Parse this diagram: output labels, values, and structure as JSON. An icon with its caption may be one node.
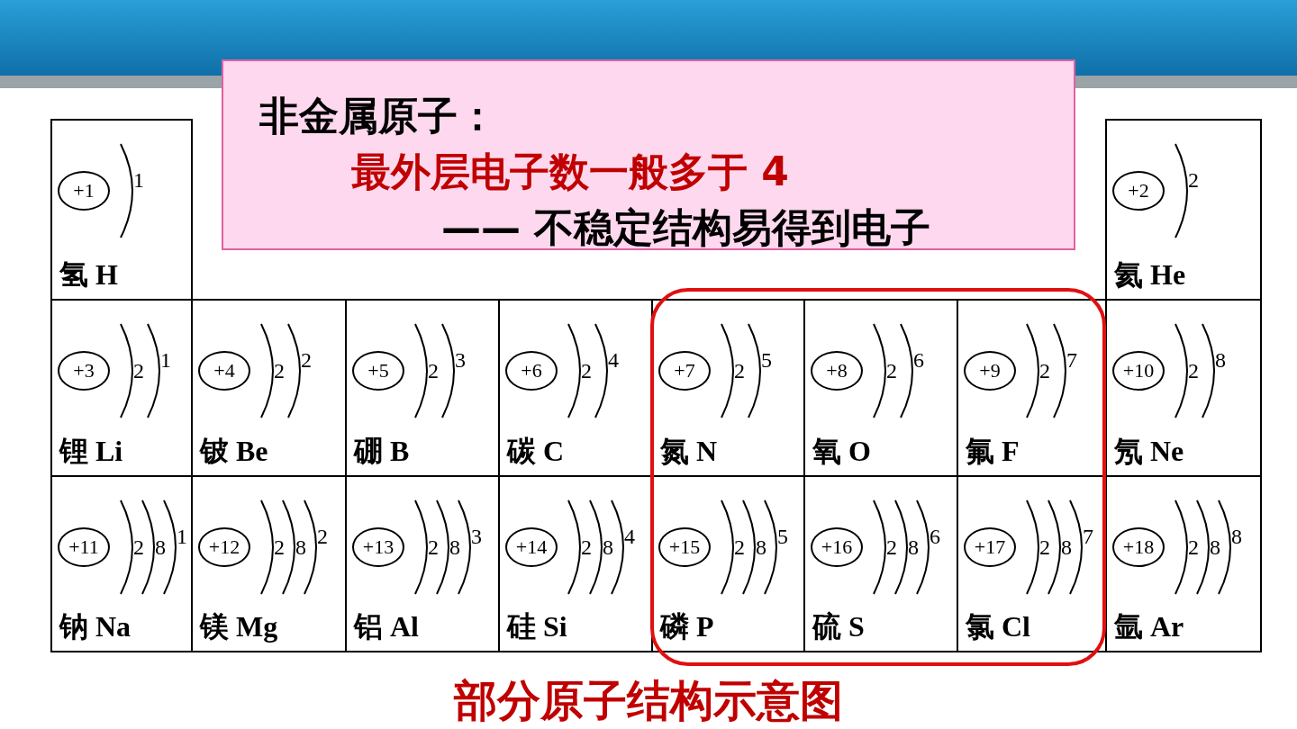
{
  "diagram": {
    "caption": "部分原子结构示意图",
    "nodes": [
      {
        "text": [
          "非金属原子：",
          "最外层电子数一般多于 4",
          "—— 不稳定结构易得到电子"
        ]
      },
      {
        "text": [
          "+1",
          "1",
          "氢 H"
        ]
      },
      {
        "text": [
          "+2",
          "2",
          "氦 He"
        ]
      },
      {
        "text": [
          "+3",
          "2",
          "1",
          "锂 Li"
        ]
      },
      {
        "text": [
          "+4",
          "2",
          "2",
          "铍 Be"
        ]
      },
      {
        "text": [
          "+5",
          "2",
          "3",
          "硼 B"
        ]
      },
      {
        "text": [
          "+6",
          "2",
          "4",
          "碳 C"
        ]
      },
      {
        "text": [
          "+7",
          "2",
          "5",
          "氮 N"
        ]
      },
      {
        "text": [
          "+8",
          "2",
          "6",
          "氧 O"
        ]
      },
      {
        "text": [
          "+9",
          "2",
          "7",
          "氟 F"
        ]
      },
      {
        "text": [
          "+10",
          "2",
          "8",
          "氖 Ne"
        ]
      },
      {
        "text": [
          "+11",
          "2",
          "8",
          "1",
          "钠 Na"
        ]
      },
      {
        "text": [
          "+12",
          "2",
          "8",
          "2",
          "镁 Mg"
        ]
      },
      {
        "text": [
          "+13",
          "2",
          "8",
          "3",
          "铝 Al"
        ]
      },
      {
        "text": [
          "+14",
          "2",
          "8",
          "4",
          "硅 Si"
        ]
      },
      {
        "text": [
          "+15",
          "2",
          "8",
          "5",
          "磷 P"
        ]
      },
      {
        "text": [
          "+16",
          "2",
          "8",
          "6",
          "硫 S"
        ]
      },
      {
        "text": [
          "+17",
          "2",
          "8",
          "7",
          "氯 Cl"
        ]
      },
      {
        "text": [
          "+18",
          "2",
          "8",
          "8",
          "氩 Ar"
        ]
      }
    ],
    "edges": []
  }
}
